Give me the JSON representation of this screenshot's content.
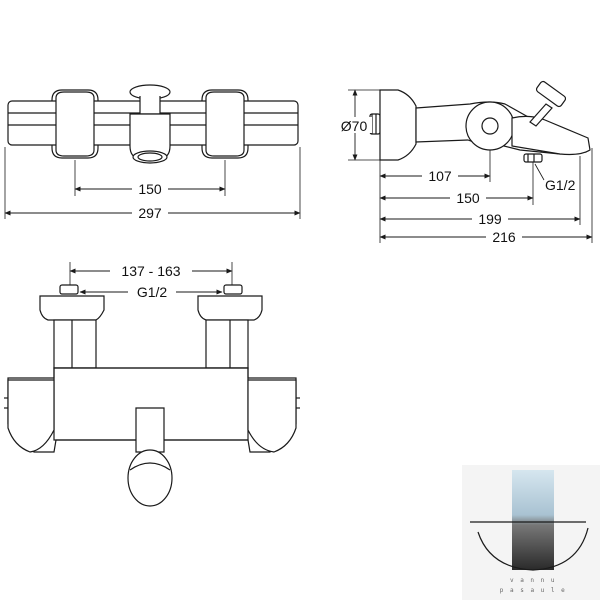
{
  "dimensions": {
    "front_top": {
      "handle_spacing": "150",
      "overall_width": "297"
    },
    "side": {
      "body_diameter": "Ø70",
      "d1": "107",
      "d2": "150",
      "d3": "199",
      "d4": "216",
      "thread": "G1/2"
    },
    "bottom": {
      "inlet_spacing": "137 - 163",
      "thread": "G1/2"
    }
  },
  "logo": {
    "line1": "v a n n u",
    "line2": "p a s a u l e"
  },
  "colors": {
    "line": "#1a1a1a",
    "logo_light": "#c9dbe6",
    "logo_dark": "#333333"
  }
}
